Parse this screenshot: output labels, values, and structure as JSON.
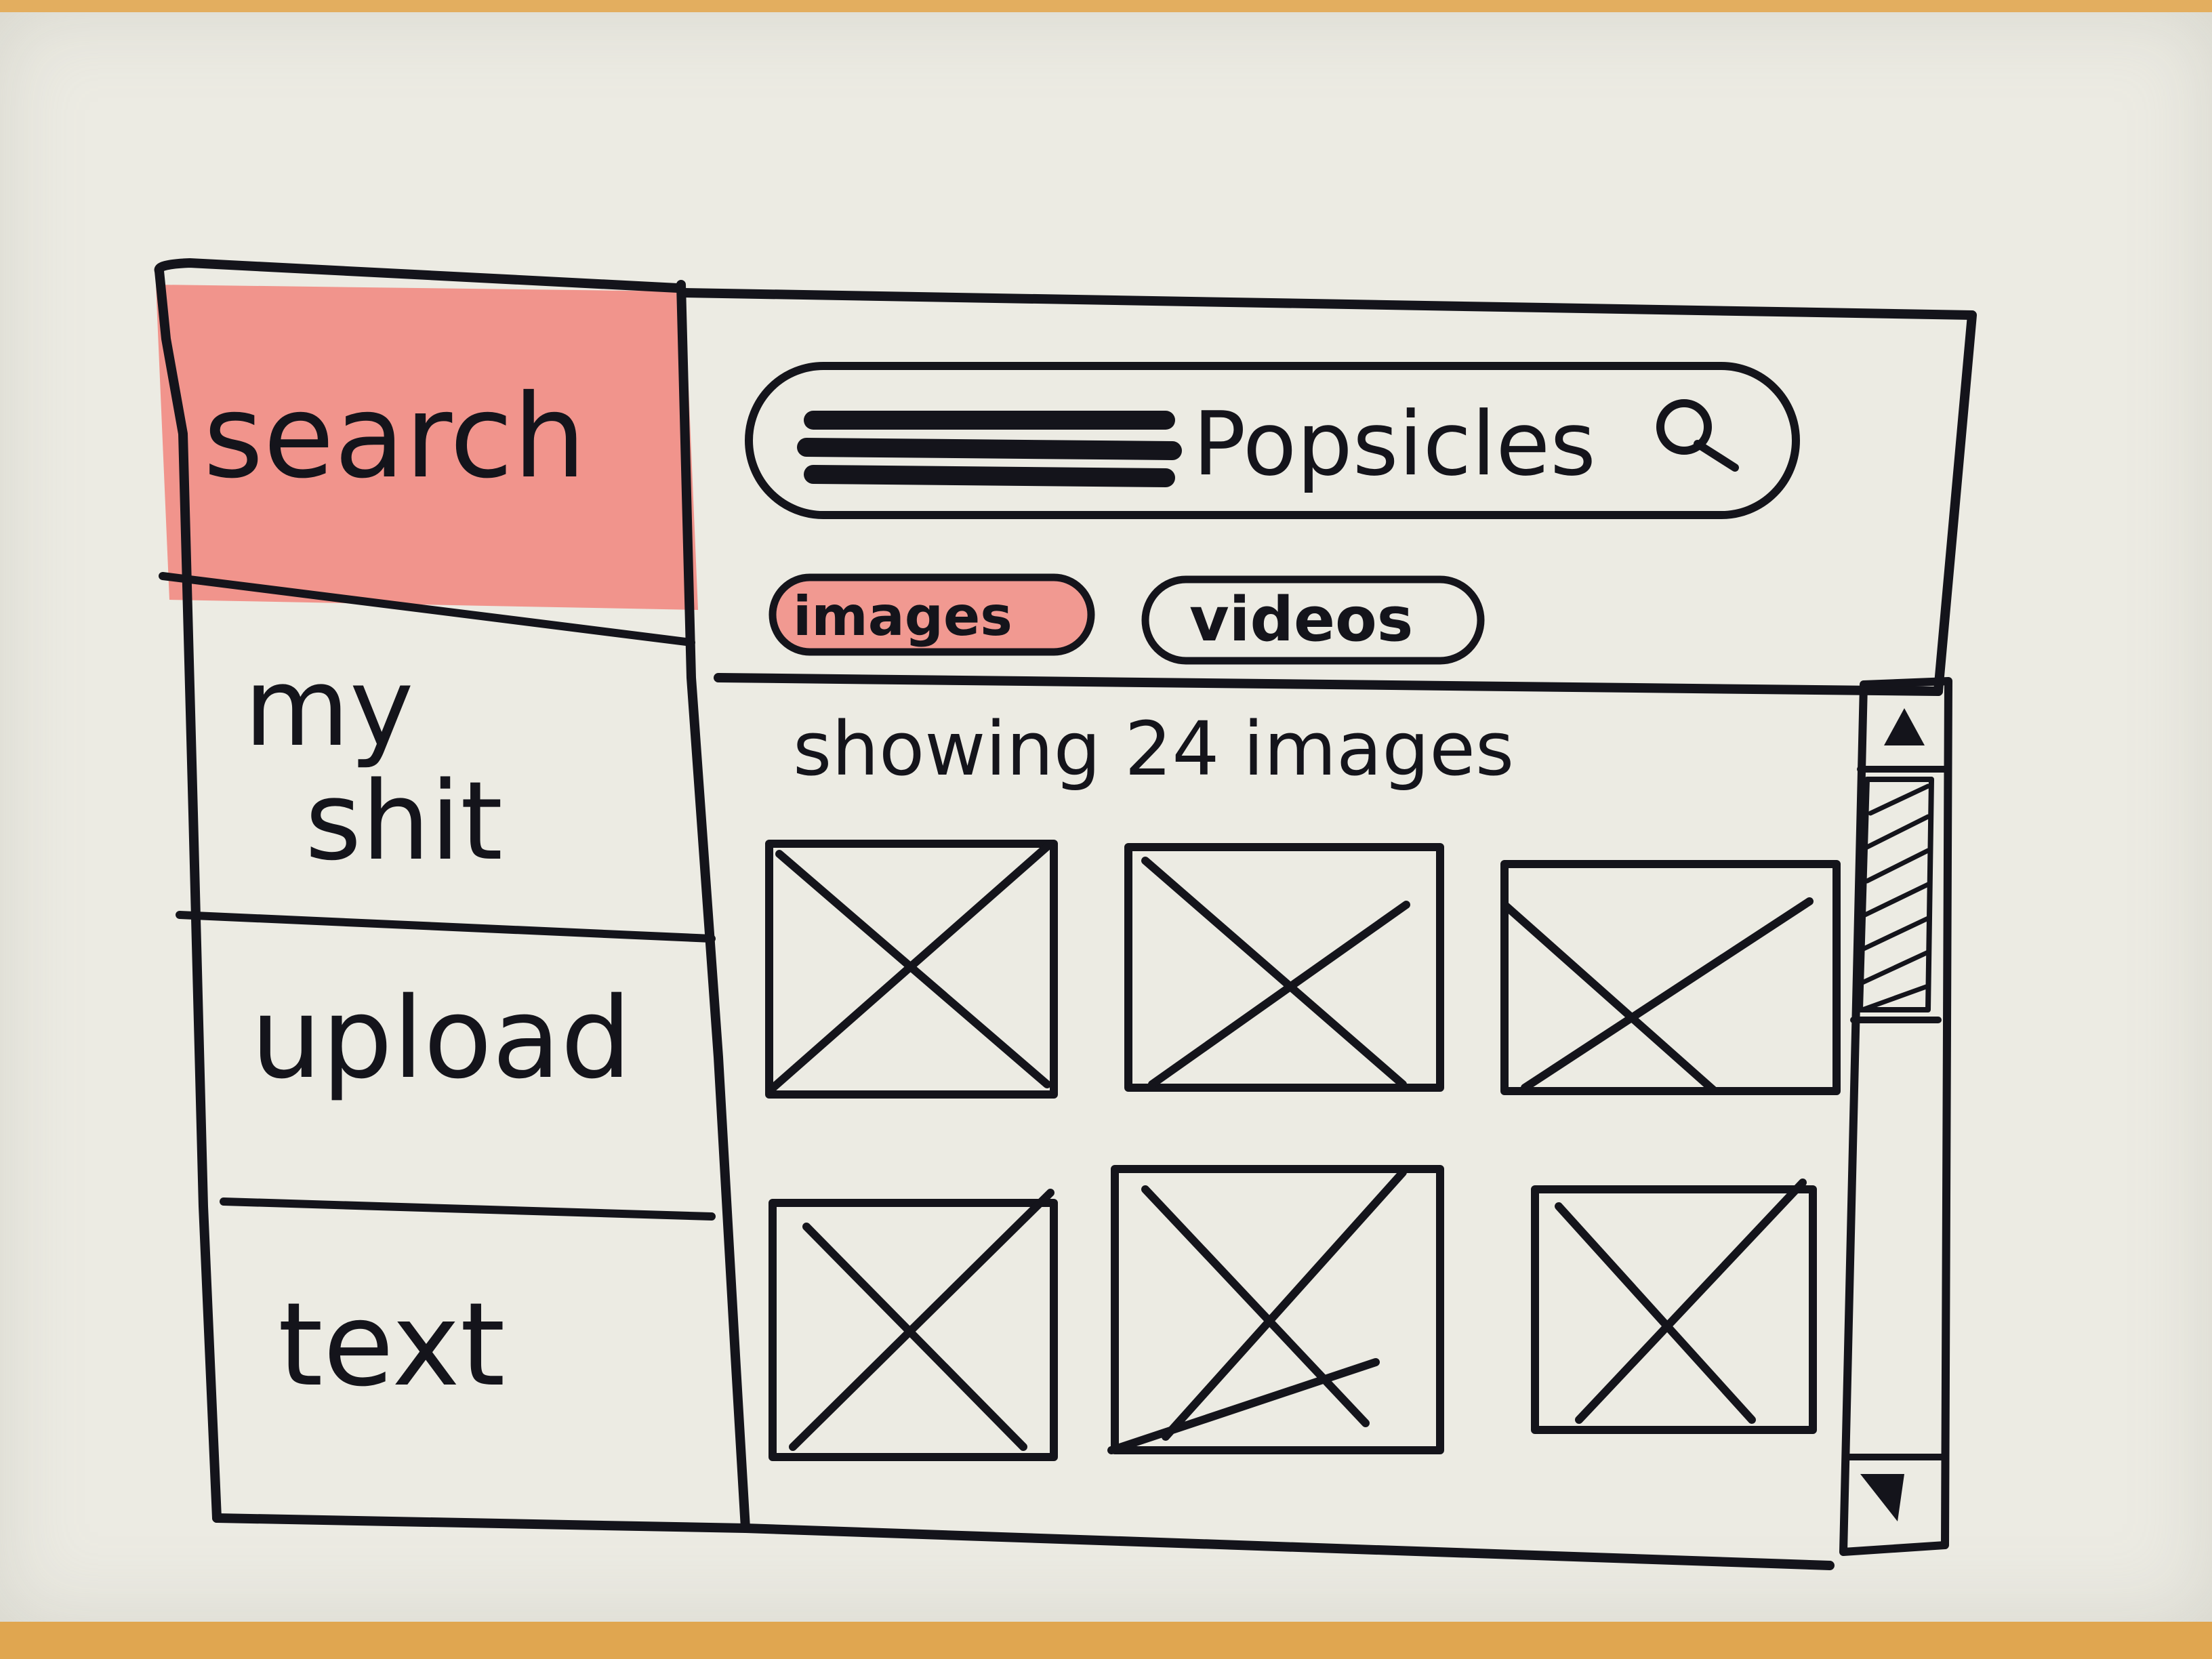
{
  "sidebar": {
    "items": [
      {
        "label": "search",
        "active": true
      },
      {
        "label": "my",
        "label_line2": "shit",
        "active": false
      },
      {
        "label": "upload",
        "active": false
      },
      {
        "label": "text",
        "active": false
      }
    ]
  },
  "search": {
    "value": "Popsicles",
    "icon": "search-icon"
  },
  "filters": [
    {
      "label": "images",
      "active": true
    },
    {
      "label": "videos",
      "active": false
    }
  ],
  "results": {
    "status": "showing 24 images"
  },
  "colors": {
    "highlight": "#f28b82",
    "ink": "#14141b",
    "paper": "#ecebe3"
  },
  "scrollbar": {
    "up_icon": "arrow-up-icon",
    "down_icon": "arrow-down-icon"
  }
}
